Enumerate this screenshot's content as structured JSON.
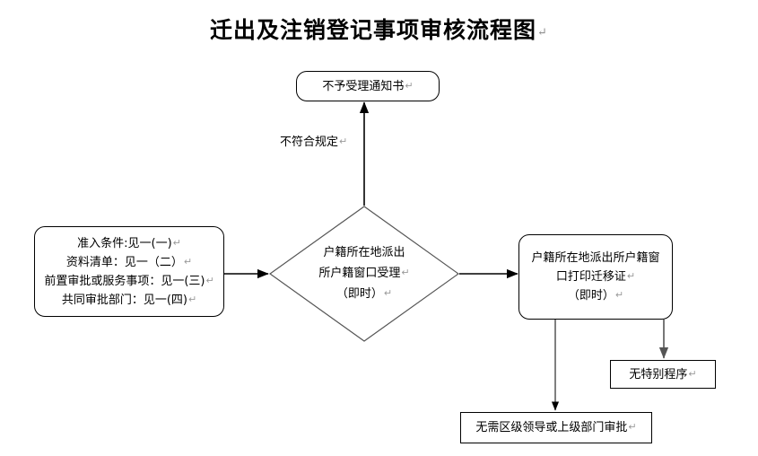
{
  "title": {
    "text": "迁出及注销登记事项审核流程图",
    "cr": "↵"
  },
  "nodes": {
    "reject_notice": {
      "shape": "rounded-rect",
      "lines": [
        "不予受理通知书"
      ],
      "cr": "↵"
    },
    "entry_conditions": {
      "shape": "rounded-rect",
      "lines": [
        "准入条件:见一(一)",
        "资料清单：见一（二）",
        "前置审批或服务事项：见一(三)",
        "共同审批部门：见一(四)"
      ],
      "cr": "↵"
    },
    "accept_diamond": {
      "shape": "diamond",
      "lines": [
        "户籍所在地派出",
        "所户籍窗口受理",
        "（即时）"
      ],
      "cr": "↵"
    },
    "print_cert": {
      "shape": "rounded-rect",
      "lines": [
        "户籍所在地派出所户籍窗",
        "口打印迁移证",
        "（即时）"
      ],
      "cr": "↵"
    },
    "no_special_procedure": {
      "shape": "rect",
      "lines": [
        "无特别程序"
      ],
      "cr": "↵"
    },
    "no_approval_needed": {
      "shape": "rect",
      "lines": [
        "无需区级领导或上级部门审批"
      ],
      "cr": "↵"
    }
  },
  "edge_labels": {
    "nonconforming": "不符合规定",
    "nonconforming_cr": "↵"
  },
  "colors": {
    "stroke": "#000000",
    "background": "#ffffff",
    "text": "#000000",
    "cr_mark": "#9a9a9a"
  }
}
